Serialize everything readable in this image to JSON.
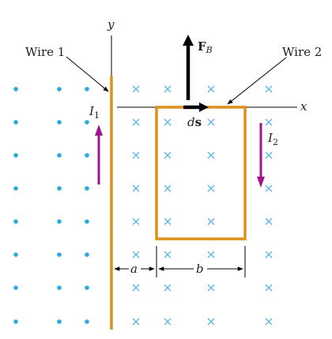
{
  "labels": {
    "wire1": "Wire 1",
    "wire2": "Wire 2",
    "y_axis": "y",
    "x_axis": "x",
    "force_F": "F",
    "force_sub": "B",
    "current1_I": "I",
    "current1_sub": "1",
    "current2_I": "I",
    "current2_sub": "2",
    "ds_d": "d",
    "ds_s": "s",
    "dim_a": "a",
    "dim_b": "b"
  },
  "colors": {
    "wire": "#e0901a",
    "current_arrow": "#a0138e",
    "dot": "#29a9e0",
    "cross": "#5bb6e6",
    "black": "#000000"
  }
}
